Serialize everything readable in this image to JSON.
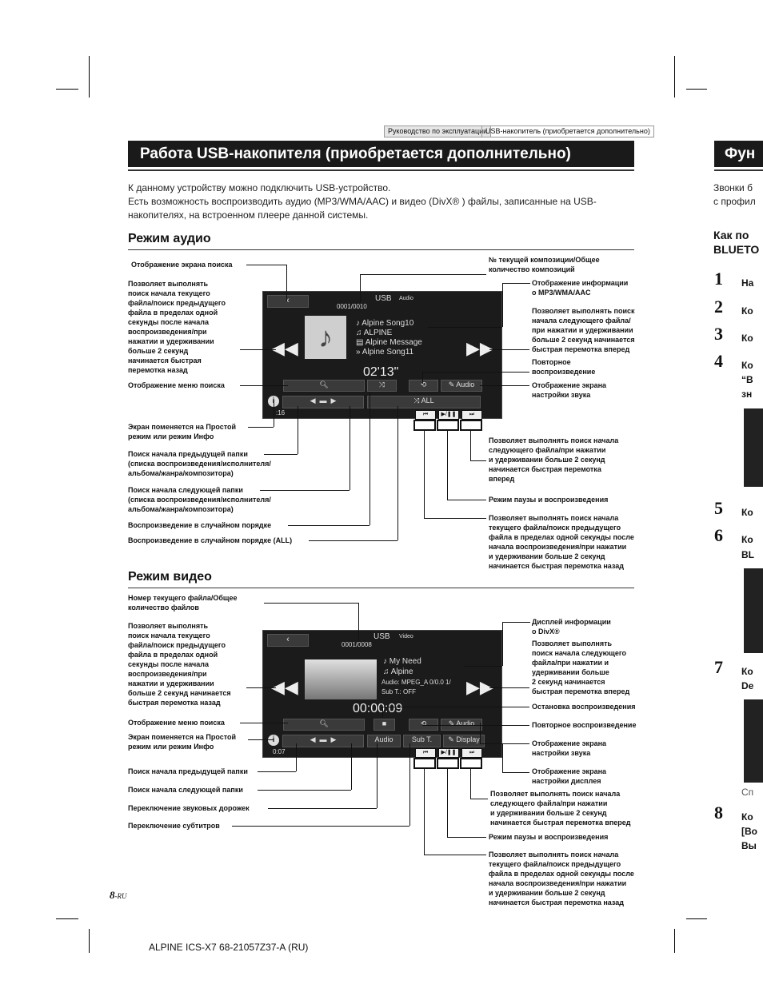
{
  "breadcrumb": {
    "left": "Руководство по эксплуатации",
    "right": "USB-накопитель (приобретается дополнительно)"
  },
  "header": {
    "title": "Работа USB-накопителя (приобретается дополнительно)"
  },
  "intro": {
    "line1": "К данному устройству можно подключить USB-устройство.",
    "line2": "Есть возможность воспроизводить аудио (MP3/WMA/AAC) и видео (DivX® ) файлы, записанные на USB-",
    "line3": "накопителях, на встроенном плеере данной системы."
  },
  "audio": {
    "heading": "Режим аудио",
    "screen": {
      "source": "USB",
      "mode": "Audio",
      "track_counter": "0001/0010",
      "tracks": [
        "Alpine Song10",
        "ALPINE",
        "Alpine Message",
        "Alpine Song11"
      ],
      "time": "02'13\"",
      "elapsed": ":16",
      "audio_btn": "Audio",
      "all_btn": "ALL"
    },
    "labels": {
      "search_screen": "Отображение экрана поиска",
      "prev_search": "Позволяет выполнять\nпоиск начала текущего\nфайла/поиск предыдущего\nфайла в пределах одной\nсекунды после начала\nвоспроизведения/при\nнажатии и удерживании\nбольше 2 секунд\nначинается быстрая\nперемотка назад",
      "search_menu": "Отображение меню поиска",
      "simple_mode": "Экран поменяется на Простой\nрежим или режим Инфо",
      "prev_folder": "Поиск начала предыдущей папки\n(списка воспроизведения/исполнителя/\nальбома/жанра/композитора)",
      "next_folder": "Поиск начала следующей папки\n(списка воспроизведения/исполнителя/\nальбома/жанра/композитора)",
      "shuffle": "Воспроизведение в случайном порядке",
      "shuffle_all": "Воспроизведение в случайном порядке (ALL)",
      "track_no": "№ текущей композиции/Общее\nколичество композиций",
      "format_info": "Отображение информации\nо MP3/WMA/AAC",
      "next_search": "Позволяет выполнять поиск\nначала следующего файла/\nпри нажатии и удерживании\nбольше 2 секунд начинается\nбыстрая перемотка вперед",
      "repeat": "Повторное\nвоспроизведение",
      "sound_settings": "Отображение экрана\nнастройки звука",
      "next_file": "Позволяет выполнять поиск начала\nследующего файла/при нажатии\nи удерживании больше 2 секунд\nначинается быстрая перемотка\nвперед",
      "pause_play": "Режим паузы и воспроизведения",
      "prev_file": "Позволяет выполнять поиск начала\nтекущего файла/поиск предыдущего\nфайла в пределах одной секунды после\nначала воспроизведения/при нажатии\nи удерживании больше 2 секунд\nначинается быстрая перемотка назад"
    }
  },
  "video": {
    "heading": "Режим видео",
    "screen": {
      "source": "USB",
      "mode": "Video",
      "file_counter": "0001/0008",
      "title": "My Need",
      "artist": "Alpine",
      "audio_info": "Audio:  MPEG_A  0/0.0  1/",
      "sub_info": "Sub T.:  OFF",
      "time": "00:00:09",
      "elapsed": "0:07",
      "audio_btn": "Audio",
      "subt_btn": "Sub T.",
      "display_btn": "Display",
      "audio_top": "Audio"
    },
    "labels": {
      "file_no": "Номер текущего файла/Общее\nколичество файлов",
      "prev_search": "Позволяет выполнять\nпоиск начала текущего\nфайла/поиск предыдущего\nфайла в пределах одной\nсекунды после начала\nвоспроизведения/при\nнажатии и удерживании\nбольше 2 секунд начинается\nбыстрая перемотка назад",
      "search_menu": "Отображение меню поиска",
      "simple_mode": "Экран поменяется на Простой\nрежим или режим Инфо",
      "prev_folder": "Поиск начала предыдущей папки",
      "next_folder": "Поиск начала следующей папки",
      "audio_track": "Переключение звуковых дорожек",
      "subtitles": "Переключение субтитров",
      "divx_info": "Дисплей информации\nо DivX®",
      "next_search": "Позволяет выполнять\nпоиск начала следующего\nфайла/при нажатии и\nудерживании больше\n2 секунд начинается\nбыстрая перемотка вперед",
      "stop": "Остановка воспроизведения",
      "repeat": "Повторное воспроизведение",
      "sound_settings": "Отображение экрана\nнастройки звука",
      "display_settings": "Отображение экрана\nнастройки дисплея",
      "next_file": "Позволяет выполнять поиск начала\nследующего файла/при нажатии\nи удерживании больше 2 секунд\nначинается быстрая перемотка вперед",
      "pause_play": "Режим паузы и воспроизведения",
      "prev_file": "Позволяет выполнять поиск начала\nтекущего файла/поиск предыдущего\nфайла в пределах одной секунды после\nначала воспроизведения/при нажатии\nи удерживании больше 2 секунд\nначинается быстрая перемотка назад"
    }
  },
  "footer": {
    "page": "8",
    "page_suffix": "-RU",
    "doc_id": "ALPINE ICS-X7 68-21057Z37-A (RU)"
  },
  "next_page": {
    "title": "Фун",
    "text1": "Звонки б",
    "text2": "с профил",
    "sub1": "Как по",
    "sub2": "BLUETO",
    "steps": [
      {
        "n": "1",
        "t": "На"
      },
      {
        "n": "2",
        "t": "Ко"
      },
      {
        "n": "3",
        "t": "Ко"
      },
      {
        "n": "4",
        "t": "Ко"
      },
      {
        "n": "5",
        "t": "Ко"
      },
      {
        "n": "6",
        "t": "Ко"
      },
      {
        "n": "7",
        "t": "Ко"
      },
      {
        "n": "8",
        "t": "Ко"
      }
    ],
    "step4_l2": "“В",
    "step4_l3": "зн",
    "step6_l2": "BL",
    "step7_l2": "De",
    "step8_l2": "[Bo",
    "step8_l3": "Вы",
    "note": "Сп"
  }
}
